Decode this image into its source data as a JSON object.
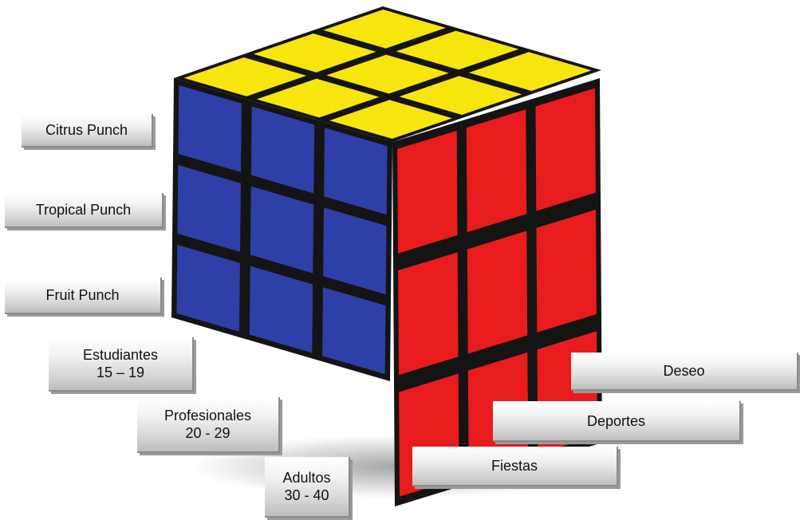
{
  "flavors": [
    {
      "label": "Citrus Punch"
    },
    {
      "label": "Tropical Punch"
    },
    {
      "label": "Fruit Punch"
    }
  ],
  "segments": [
    {
      "name": "Estudiantes",
      "ages": "15 – 19"
    },
    {
      "name": "Profesionales",
      "ages": "20 - 29"
    },
    {
      "name": "Adultos",
      "ages": "30 - 40"
    }
  ],
  "occasions": [
    {
      "label": "Deseo"
    },
    {
      "label": "Deportes"
    },
    {
      "label": "Fiestas"
    }
  ],
  "colors": {
    "top": "#f7e50e",
    "left": "#2f3fa8",
    "right": "#e81c1c",
    "body": "#141414"
  }
}
